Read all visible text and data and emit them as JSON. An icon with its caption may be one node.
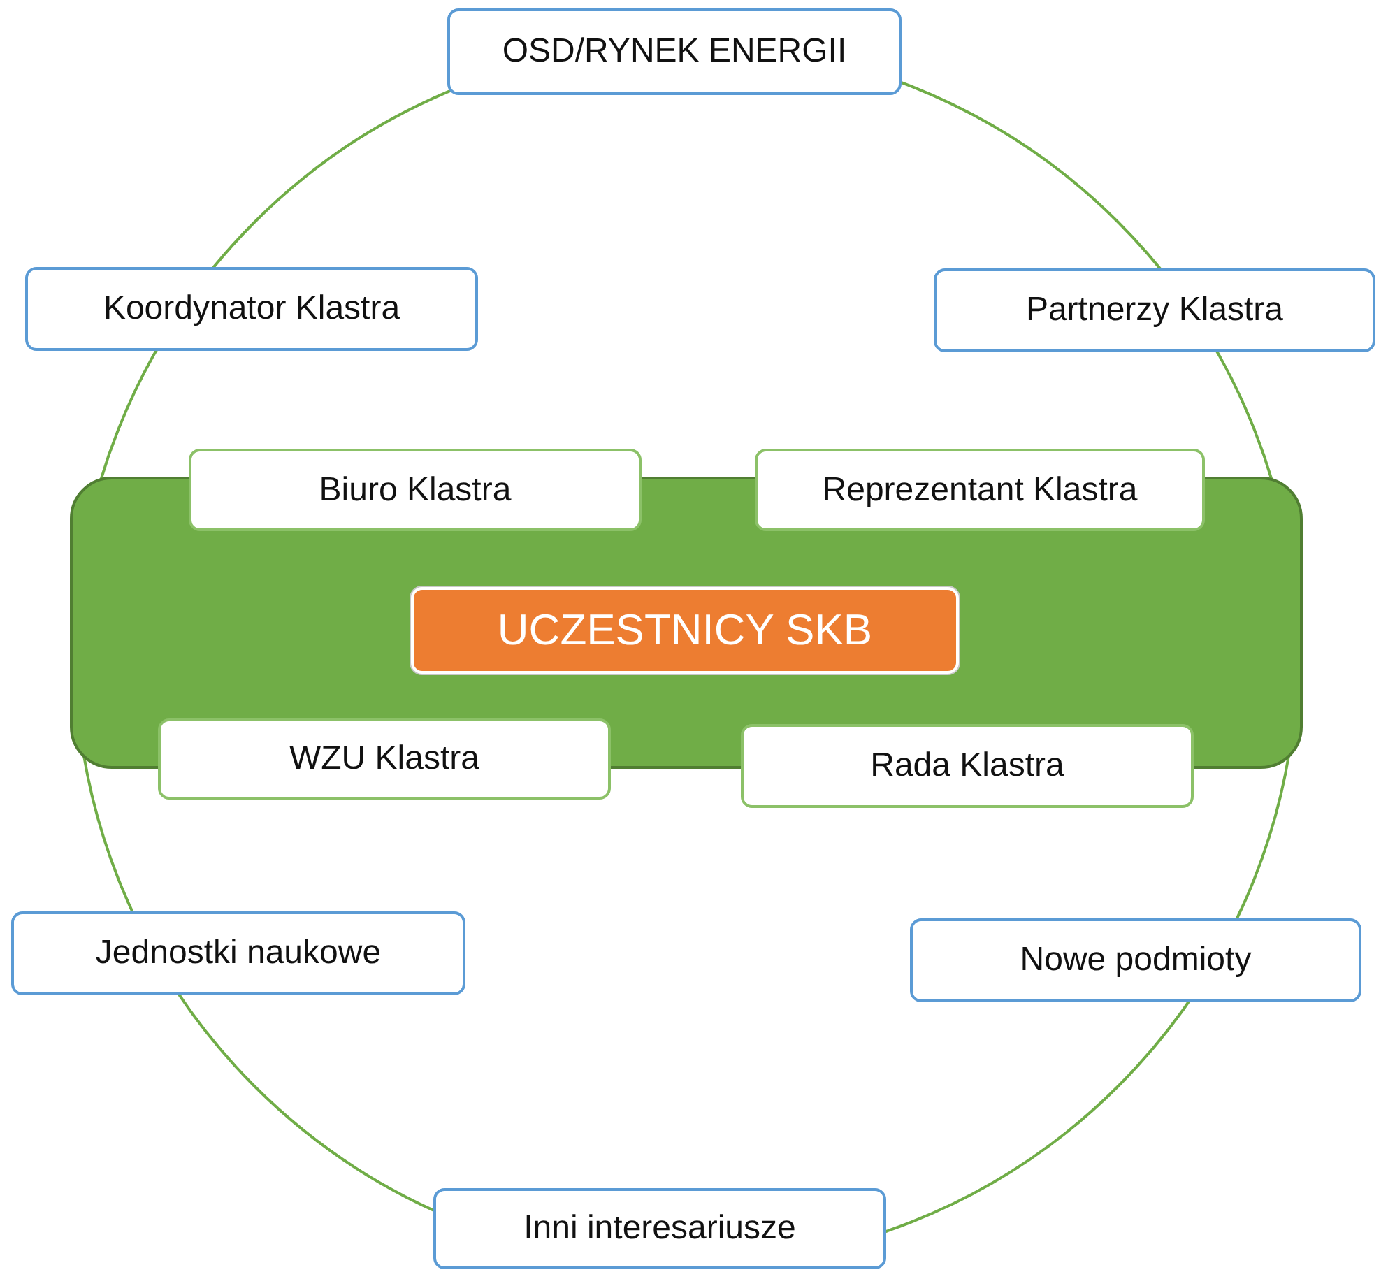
{
  "diagram": {
    "nodes": [
      {
        "text": [
          "OSD/RYNEK ENERGII"
        ]
      },
      {
        "text": [
          "Koordynator Klastra"
        ]
      },
      {
        "text": [
          "Partnerzy Klastra"
        ]
      },
      {
        "text": [],
        "shape": "box"
      },
      {
        "text": [
          "Biuro Klastra"
        ]
      },
      {
        "text": [
          "Reprezentant Klastra"
        ]
      },
      {
        "text": [
          "UCZESTNICY SKB"
        ],
        "in": 3
      },
      {
        "text": [
          "WZU Klastra"
        ]
      },
      {
        "text": [
          "Rada Klastra"
        ]
      },
      {
        "text": [
          "Jednostki naukowe"
        ]
      },
      {
        "text": [
          "Nowe podmioty"
        ]
      },
      {
        "text": [
          "Inni interesariusze"
        ]
      }
    ]
  }
}
